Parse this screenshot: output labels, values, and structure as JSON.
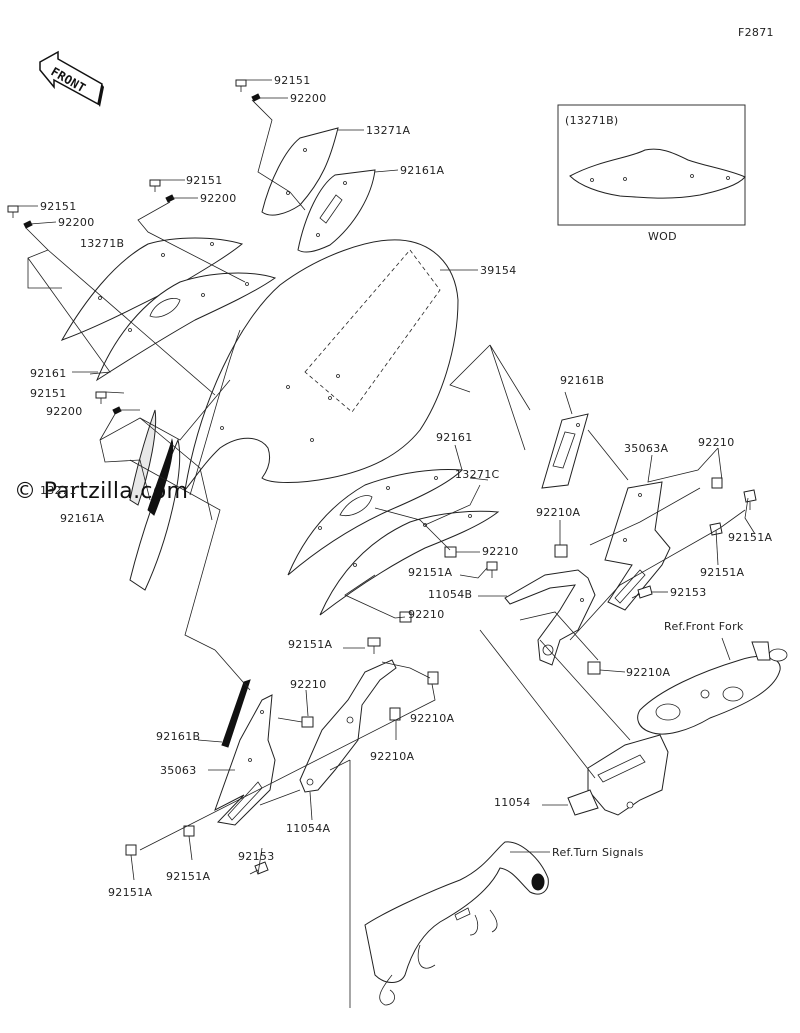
{
  "figure_code": "F2871",
  "front_arrow_label": "FRONT",
  "watermark": "© Partzilla.com",
  "inset": {
    "title": "(13271B)",
    "caption": "WOD"
  },
  "labels": {
    "l92151_a": "92151",
    "l92200_a": "92200",
    "l13271A": "13271A",
    "l92161A_a": "92161A",
    "l92151_b": "92151",
    "l92200_b": "92200",
    "l92151_c": "92151",
    "l92200_c": "92200",
    "l13271B": "13271B",
    "l39154": "39154",
    "l92161_a": "92161",
    "l92151_d": "92151",
    "l92200_d": "92200",
    "l13271_d": "13271",
    "l92161A_b": "92161A",
    "l92161B_a": "92161B",
    "l35063A": "35063A",
    "l92210_a": "92210",
    "l92161_b": "92161",
    "l13271C": "13271C",
    "l92210A_a": "92210A",
    "l92151A_a": "92151A",
    "l92210_b": "92210",
    "l92151A_b": "92151A",
    "l11054B": "11054B",
    "l92151A_c": "92151A",
    "l92153_a": "92153",
    "l92210_c": "92210",
    "lRefFrontFork": "Ref.Front Fork",
    "l92151A_d": "92151A",
    "l92210A_b": "92210A",
    "l92210_d": "92210",
    "l92161B_b": "92161B",
    "l92210A_c": "92210A",
    "l92210A_d": "92210A",
    "l35063": "35063",
    "l11054": "11054",
    "l11054A": "11054A",
    "l92153_b": "92153",
    "lRefTurnSignals": "Ref.Turn Signals",
    "l92151A_e": "92151A",
    "l92151A_f": "92151A"
  }
}
